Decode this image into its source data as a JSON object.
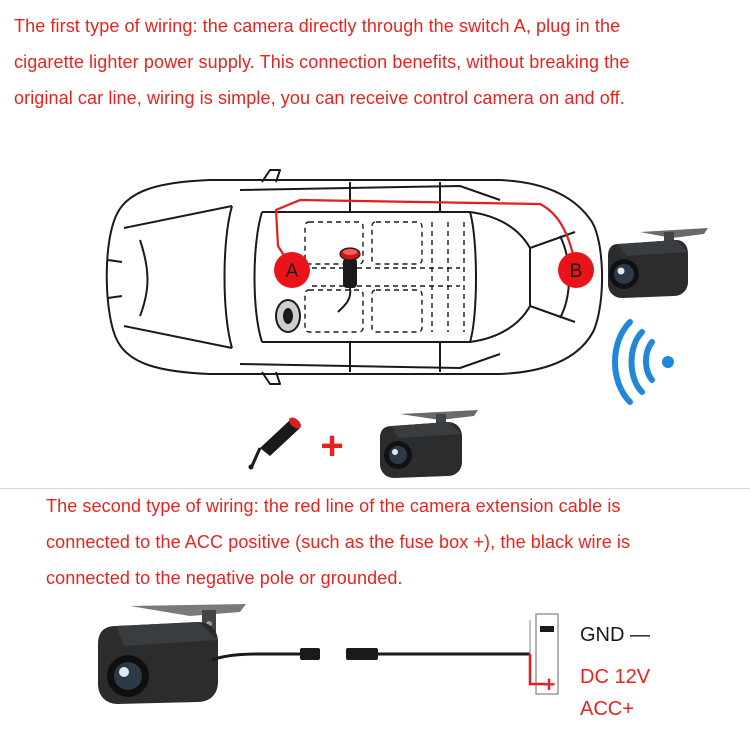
{
  "section1": {
    "lines": [
      "The first type of wiring: the camera directly through the switch A, plug in the",
      "cigarette lighter power supply. This connection benefits, without breaking the",
      "original car line, wiring is simple, you can receive control camera on and off."
    ],
    "point_a": "A",
    "point_b": "B",
    "plus_sign": "+"
  },
  "section2": {
    "lines": [
      "The second type of wiring: the red line of the camera extension cable is",
      "connected to the ACC positive (such as the fuse box +), the black wire is",
      "connected to the negative pole or grounded."
    ],
    "minus_terminal": "-",
    "plus_terminal": "+",
    "gnd_label": "GND —",
    "dc_label": "DC 12V",
    "acc_label": "ACC+"
  },
  "colors": {
    "text_red": "#e8231f",
    "marker_red": "#e8141a",
    "wire_red": "#e02020",
    "wifi_blue": "#1f88d8",
    "camera_body": "#2a2c2e"
  }
}
